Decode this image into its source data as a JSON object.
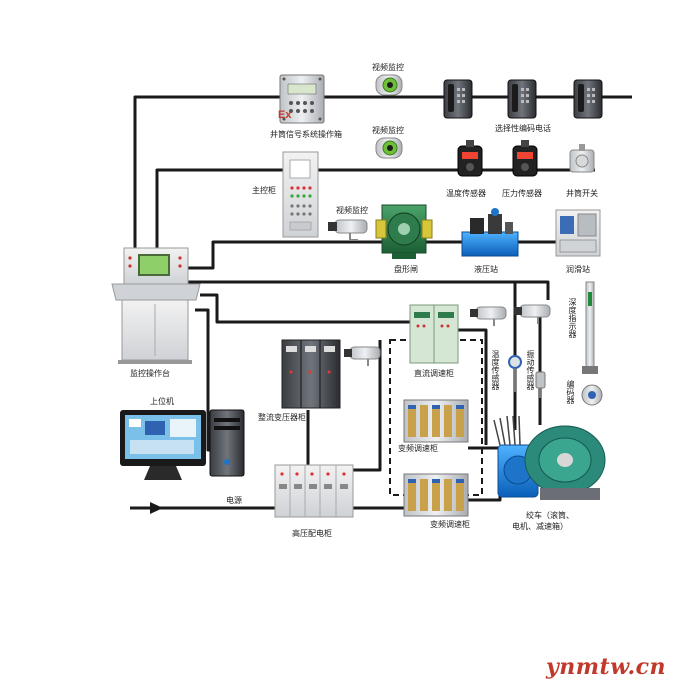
{
  "labels": {
    "shaft_signal_box": "井筒信号系统操作箱",
    "video_1": "视频监控",
    "video_2": "视频监控",
    "video_3": "视频监控",
    "selective_phone": "选择性编码电话",
    "main_cabinet": "主控柜",
    "temp_sensor_top": "温度传感器",
    "pressure_sensor": "压力传感器",
    "shaft_switch": "井筒开关",
    "disc_brake": "盘形闸",
    "hydraulic_station": "液压站",
    "lube_station": "润滑站",
    "depth_indicator": "深度指示器",
    "monitor_console": "监控操作台",
    "rectifier_cabinet": "整流变压器柜",
    "dc_speed_cabinet": "直流调速柜",
    "temp_sensor": "温度传感器",
    "vibration_sensor": "振动传感器",
    "encoder": "编码器",
    "host_pc": "上位机",
    "vf_cabinet_1": "变频调速柜",
    "vf_cabinet_2": "变频调速柜",
    "power": "电源",
    "hv_cabinet": "高压配电柜",
    "winch": "绞车（滚筒、",
    "winch_2": "电机、减速箱）",
    "ex_mark": "Ex"
  },
  "watermark": "ynmtw.cn",
  "colors": {
    "line": "#1a1a1a",
    "panel": "#dcdcdc",
    "accent_green": "#1f8a3a",
    "accent_blue": "#1e74c8",
    "ex_red": "#c0392b",
    "watermark": "#c0392b"
  }
}
